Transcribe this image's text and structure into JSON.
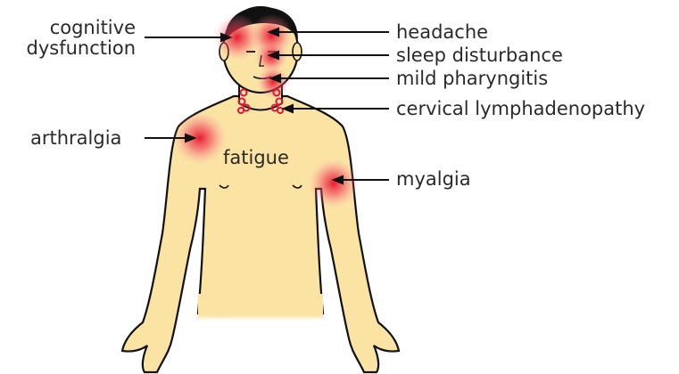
{
  "labels": {
    "cognitive_line1": "cognitive",
    "cognitive_line2": "dysfunction",
    "arthralgia": "arthralgia",
    "fatigue": "fatigue",
    "headache": "headache",
    "sleep_disturbance": "sleep disturbance",
    "mild_pharyngitis": "mild pharyngitis",
    "cervical_lymphadenopathy": "cervical lymphadenopathy",
    "myalgia": "myalgia"
  },
  "colors": {
    "skin": "#fbe3a4",
    "outline": "#111111",
    "hair": "#111111",
    "highlight": "#e8102a",
    "lymph": "#d81a3a",
    "text": "#2a2a2a"
  }
}
